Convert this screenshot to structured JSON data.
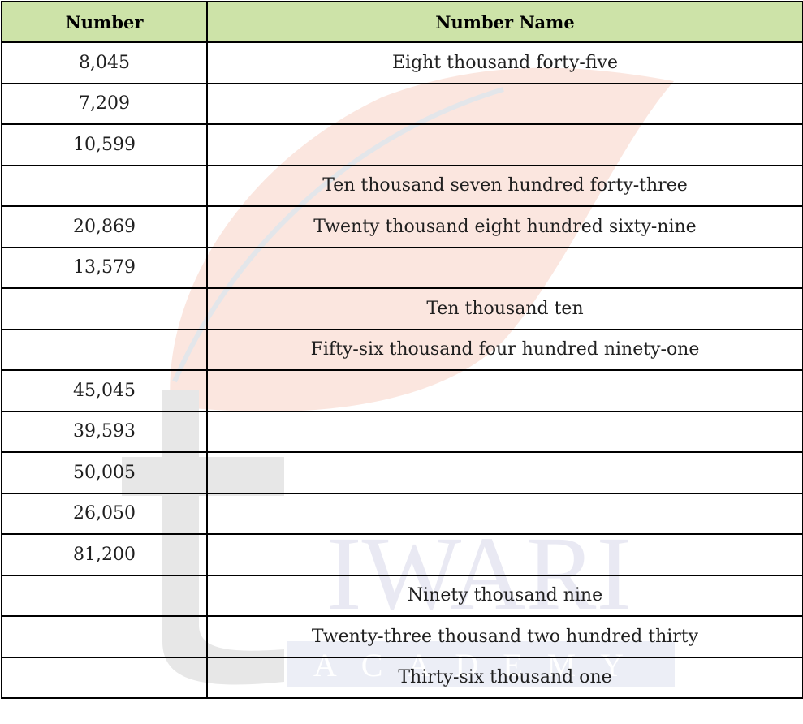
{
  "table": {
    "headers": [
      "Number",
      "Number Name"
    ],
    "rows": [
      {
        "number": "8,045",
        "name": "Eight thousand forty-five"
      },
      {
        "number": "7,209",
        "name": ""
      },
      {
        "number": "10,599",
        "name": ""
      },
      {
        "number": "",
        "name": "Ten thousand seven hundred forty-three"
      },
      {
        "number": "20,869",
        "name": "Twenty thousand eight hundred sixty-nine"
      },
      {
        "number": "13,579",
        "name": ""
      },
      {
        "number": "",
        "name": "Ten thousand ten"
      },
      {
        "number": "",
        "name": "Fifty-six thousand four hundred ninety-one"
      },
      {
        "number": "45,045",
        "name": ""
      },
      {
        "number": "39,593",
        "name": ""
      },
      {
        "number": "50,005",
        "name": ""
      },
      {
        "number": "26,050",
        "name": ""
      },
      {
        "number": "81,200",
        "name": ""
      },
      {
        "number": "",
        "name": "Ninety thousand nine"
      },
      {
        "number": "",
        "name": "Twenty-three thousand two hundred thirty"
      },
      {
        "number": "",
        "name": "Thirty-six thousand one"
      }
    ]
  },
  "watermark": {
    "text": "IWARI",
    "subtext": "ACADEMY",
    "colors": {
      "leaf": "#fbe3dc",
      "letters": "#e9e9f3",
      "stroke": "#e6e6e6"
    }
  },
  "colors": {
    "header_bg": "#cde3a8",
    "border": "#000000",
    "text": "#1f1f1f"
  }
}
